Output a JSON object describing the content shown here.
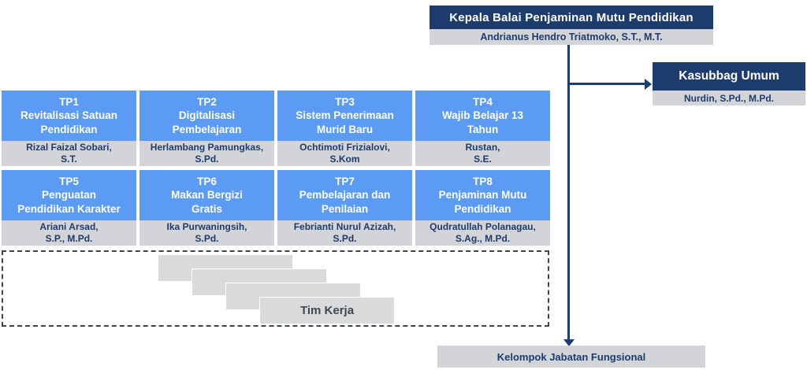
{
  "colors": {
    "navy": "#1d3c6e",
    "light_blue": "#5b9bf3",
    "gray_box": "#d2d4d7",
    "dashed_border": "#3d444b"
  },
  "kepala": {
    "title": "Kepala Balai Penjaminan Mutu Pendidikan",
    "name": "Andrianus Hendro Triatmoko, S.T., M.T."
  },
  "kasubbag": {
    "title": "Kasubbag Umum",
    "name": "Nurdin, S.Pd., M.Pd."
  },
  "tp_units": [
    {
      "code": "TP1",
      "title": "Revitalisasi Satuan\nPendidikan",
      "name": "Rizal Faizal Sobari,\nS.T."
    },
    {
      "code": "TP2",
      "title": "Digitalisasi\nPembelajaran",
      "name": "Herlambang Pamungkas,\nS.Pd."
    },
    {
      "code": "TP3",
      "title": "Sistem Penerimaan\nMurid Baru",
      "name": "Ochtimoti Frizialovi,\nS.Kom"
    },
    {
      "code": "TP4",
      "title": "Wajib Belajar 13\nTahun",
      "name": "Rustan,\nS.E."
    },
    {
      "code": "TP5",
      "title": "Penguatan\nPendidikan Karakter",
      "name": "Ariani Arsad,\nS.P., M.Pd."
    },
    {
      "code": "TP6",
      "title": "Makan Bergizi\nGratis",
      "name": "Ika Purwaningsih,\nS.Pd."
    },
    {
      "code": "TP7",
      "title": "Pembelajaran dan\nPenilaian",
      "name": "Febrianti Nurul Azizah,\nS.Pd."
    },
    {
      "code": "TP8",
      "title": "Penjaminan Mutu\nPendidikan",
      "name": "Qudratullah Polanagau,\nS.Ag., M.Pd."
    }
  ],
  "tim_kerja": {
    "label": "Tim Kerja",
    "stack_count": 4
  },
  "fungsional": {
    "label": "Kelompok Jabatan Fungsional"
  }
}
